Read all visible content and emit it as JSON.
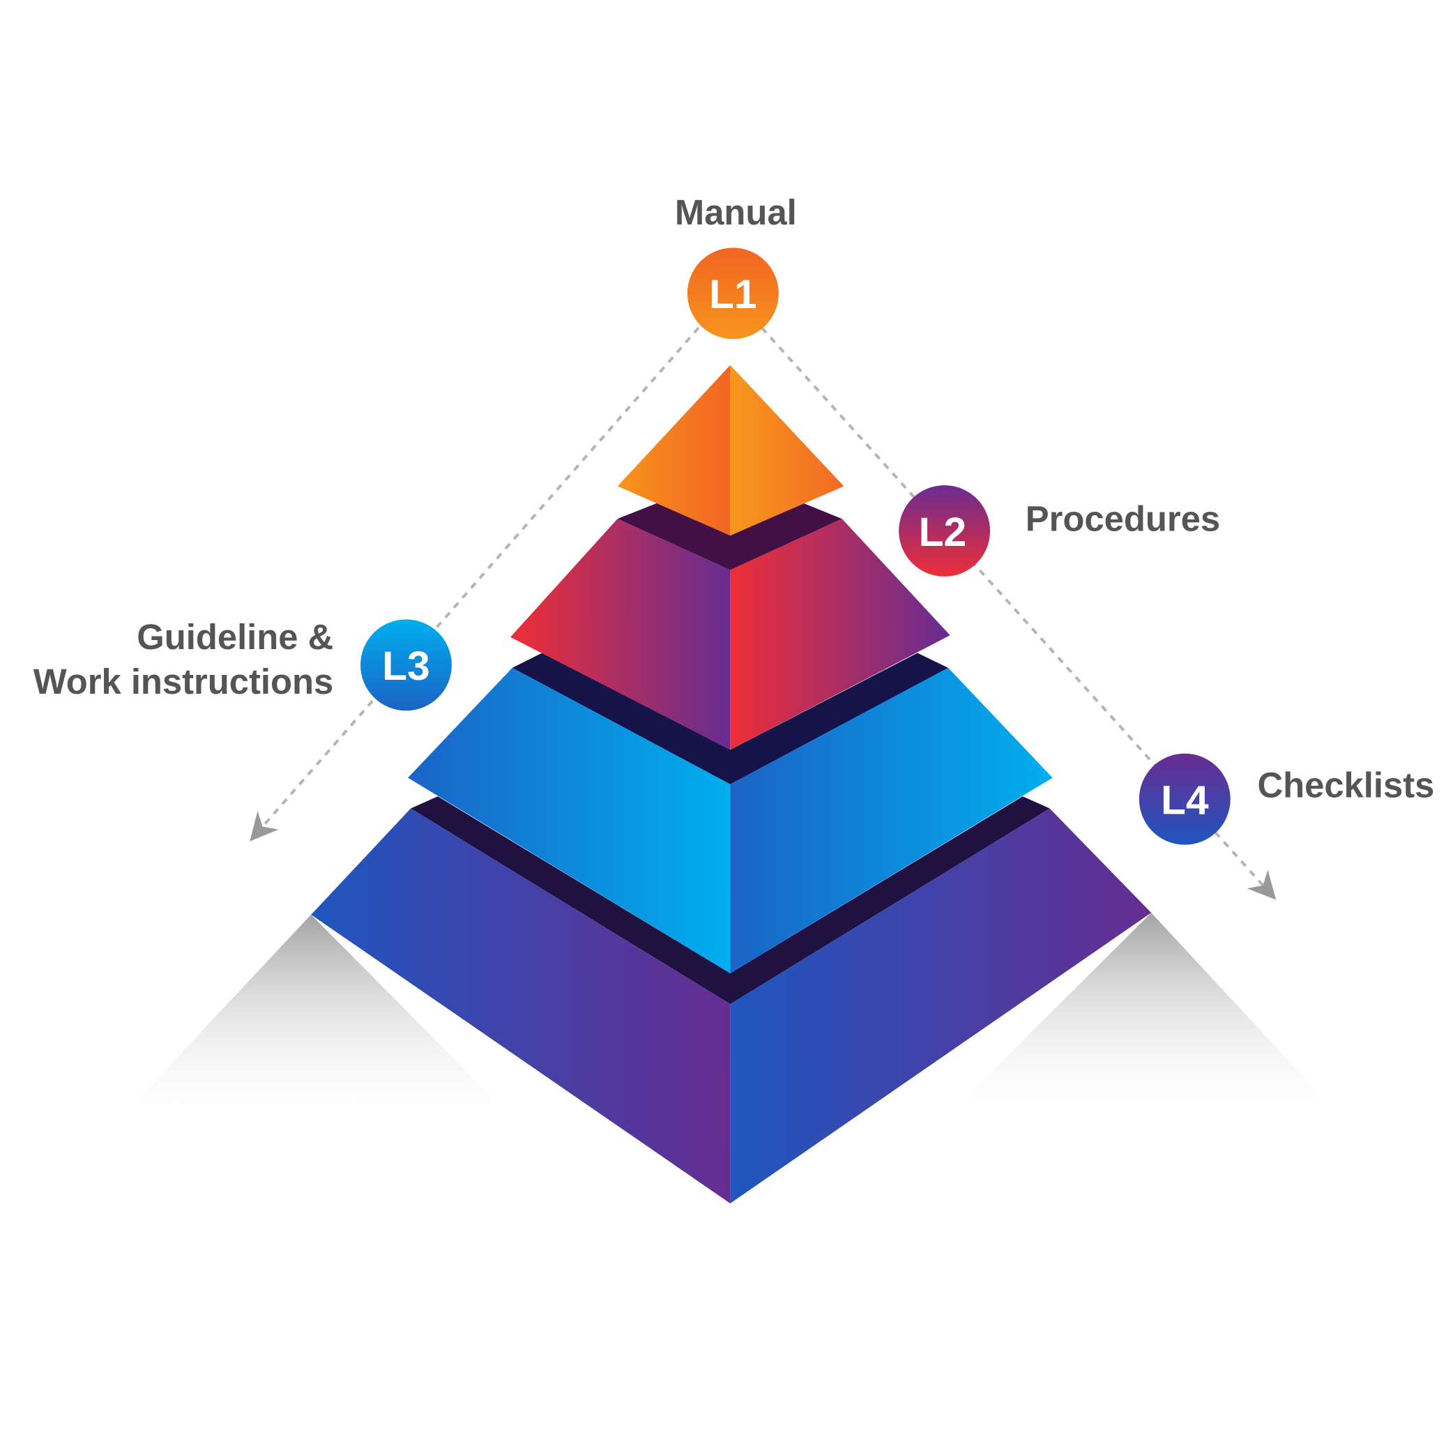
{
  "levels": [
    {
      "badge": "L1",
      "label": "Manual",
      "color_from": "#F7941D",
      "color_to": "#F26522"
    },
    {
      "badge": "L2",
      "label": "Procedures",
      "color_from": "#6A2C91",
      "color_to": "#EE2E37"
    },
    {
      "badge": "L3",
      "label_line1": "Guideline &",
      "label_line2": "Work instructions",
      "color_from": "#00AEEF",
      "color_to": "#1B63C6"
    },
    {
      "badge": "L4",
      "label": "Checklists",
      "color_from": "#6A2C91",
      "color_to": "#1F4FBF"
    }
  ]
}
